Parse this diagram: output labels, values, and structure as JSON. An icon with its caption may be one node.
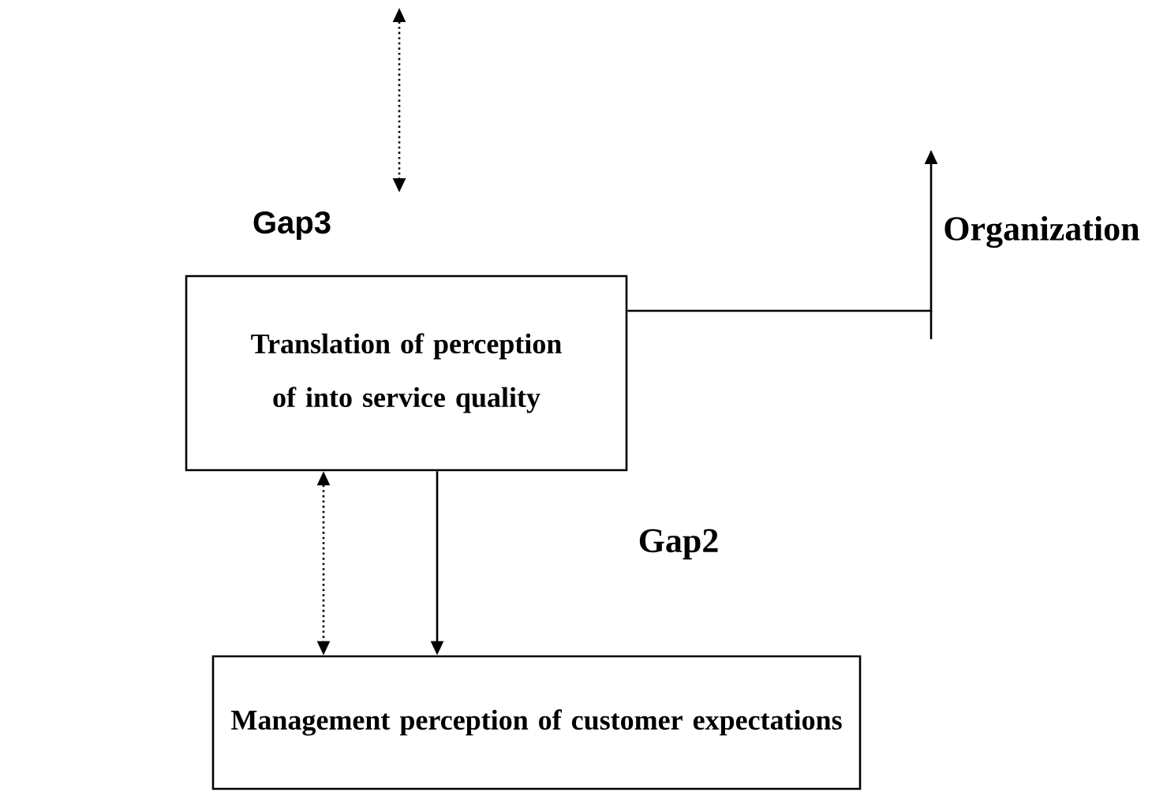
{
  "diagram": {
    "nodes": [
      {
        "text": [
          "Translation of perception of into service quality"
        ]
      },
      {
        "text": [
          "Management perception of customer expectations"
        ]
      }
    ],
    "edges": [
      {
        "from": 0,
        "to": null,
        "arrow": "to"
      },
      {
        "from": 0,
        "to": 1,
        "arrow": "both",
        "style": "dashed"
      },
      {
        "from": 0,
        "to": 1,
        "arrow": "to"
      }
    ],
    "labels": [
      "Gap3",
      "Organization",
      "Gap2"
    ]
  }
}
